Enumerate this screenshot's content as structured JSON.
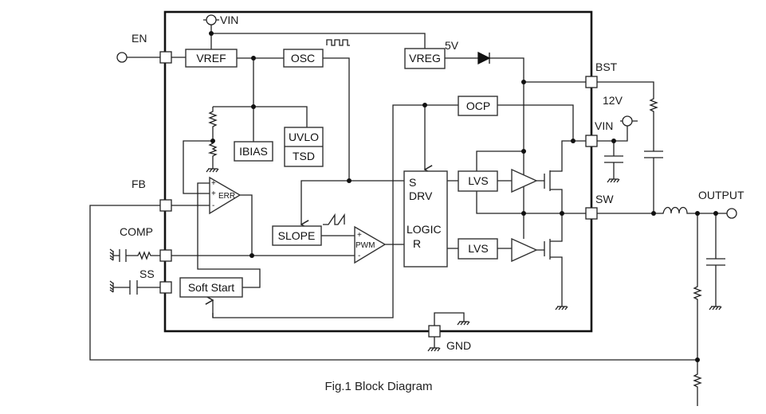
{
  "blocks": {
    "vref": "VREF",
    "osc": "OSC",
    "vreg": "VREG",
    "ibias": "IBIAS",
    "uvlo": "UVLO",
    "tsd": "TSD",
    "ocp": "OCP",
    "slope": "SLOPE",
    "soft_start": "Soft Start",
    "lvs_top": "LVS",
    "lvs_bottom": "LVS",
    "err": "ERR",
    "pwm": "PWM",
    "drv_s": "S",
    "drv_drv": "DRV",
    "drv_logic": "LOGIC",
    "drv_r": "R"
  },
  "pins": {
    "en": "EN",
    "fb": "FB",
    "comp": "COMP",
    "ss": "SS",
    "bst": "BST",
    "vin": "VIN",
    "sw": "SW",
    "gnd": "GND",
    "output": "OUTPUT"
  },
  "annotations": {
    "vin_internal": "VIN",
    "vreg_voltage": "5V",
    "bst_voltage": "12V",
    "plus": "+",
    "minus": "-"
  },
  "caption": "Fig.1 Block Diagram"
}
